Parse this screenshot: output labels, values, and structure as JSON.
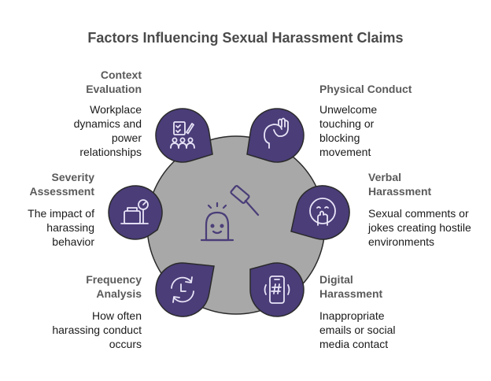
{
  "title": "Factors Influencing Sexual Harassment Claims",
  "colors": {
    "petal": "#4a3d78",
    "center": "#a8a8a8",
    "outline": "#2a2a2a",
    "icon_stroke": "#e9e4f7",
    "center_icon": "#4a3d78"
  },
  "center": {
    "icon": "gavel-icon"
  },
  "factors": [
    {
      "id": "context",
      "heading": "Context Evaluation",
      "description": "Workplace dynamics and power relationships",
      "icon": "checklist-people-icon"
    },
    {
      "id": "physical",
      "heading": "Physical Conduct",
      "description": "Unwelcome touching or blocking movement",
      "icon": "touch-head-icon"
    },
    {
      "id": "severity",
      "heading": "Severity Assessment",
      "description": "The impact of harassing behavior",
      "icon": "scale-icon"
    },
    {
      "id": "verbal",
      "heading": "Verbal Harassment",
      "description": "Sexual comments or jokes creating hostile environments",
      "icon": "hand-on-mouth-icon"
    },
    {
      "id": "frequency",
      "heading": "Frequency Analysis",
      "description": "How often harassing conduct occurs",
      "icon": "clock-refresh-icon"
    },
    {
      "id": "digital",
      "heading": "Digital Harassment",
      "description": "Inappropriate emails or social media contact",
      "icon": "phone-hashtag-icon"
    }
  ]
}
